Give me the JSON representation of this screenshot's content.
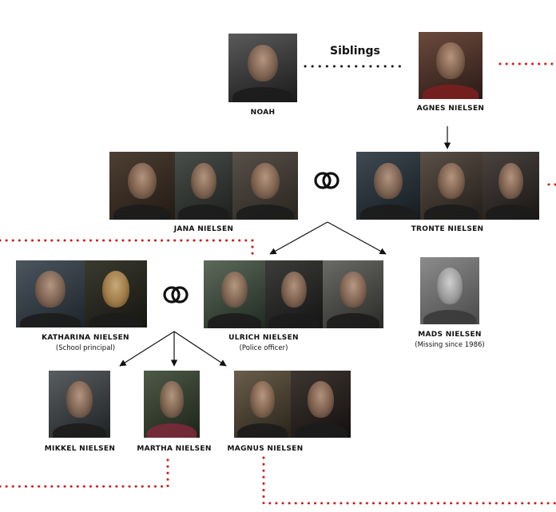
{
  "colors": {
    "accent_red": "#c9201c",
    "line": "#111111"
  },
  "relation_label": "Siblings",
  "marriage_icon": "rings-icon",
  "people": {
    "noah": {
      "name": "NOAH",
      "note": ""
    },
    "agnes": {
      "name": "AGNES NIELSEN",
      "note": ""
    },
    "jana": {
      "name": "JANA NIELSEN",
      "note": ""
    },
    "tronte": {
      "name": "TRONTE NIELSEN",
      "note": ""
    },
    "katharina": {
      "name": "KATHARINA NIELSEN",
      "note": "(School principal)"
    },
    "ulrich": {
      "name": "ULRICH NIELSEN",
      "note": "(Police officer)"
    },
    "mads": {
      "name": "MADS NIELSEN",
      "note": "(Missing since 1986)"
    },
    "mikkel": {
      "name": "MIKKEL NIELSEN",
      "note": ""
    },
    "martha": {
      "name": "MARTHA NIELSEN",
      "note": ""
    },
    "magnus": {
      "name": "MAGNUS NIELSEN",
      "note": ""
    }
  }
}
